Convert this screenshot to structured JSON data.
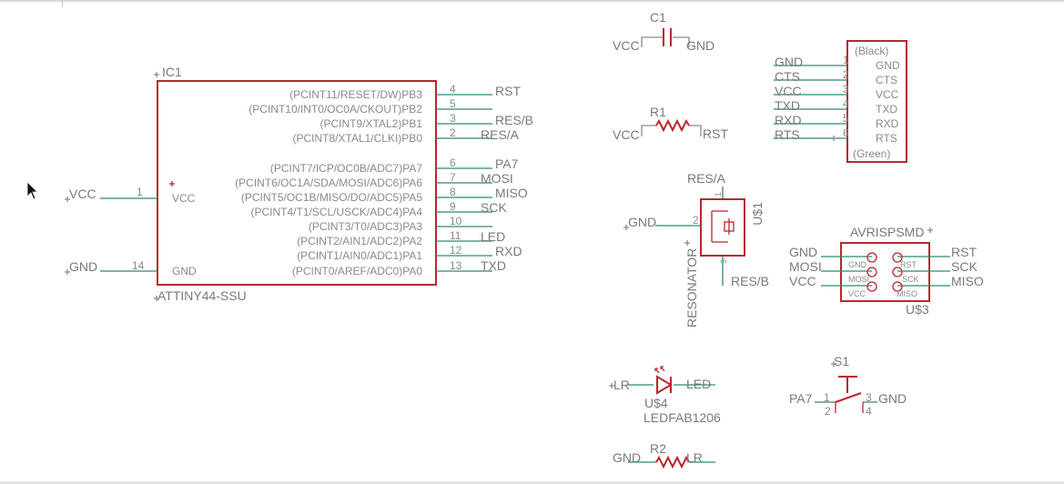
{
  "ic1": {
    "name": "IC1",
    "value": "ATTINY44-SSU",
    "left_pins": [
      {
        "num": "1",
        "label": "VCC",
        "net": "VCC"
      },
      {
        "num": "14",
        "label": "GND",
        "net": "GND"
      }
    ],
    "right_pins": [
      {
        "label": "(PCINT11/RESET/DW)PB3",
        "num": "4",
        "net": "RST"
      },
      {
        "label": "(PCINT10/INT0/OC0A/CKOUT)PB2",
        "num": "5",
        "net": ""
      },
      {
        "label": "(PCINT9/XTAL2)PB1",
        "num": "3",
        "net": "RES/B"
      },
      {
        "label": "(PCINT8/XTAL1/CLKI)PB0",
        "num": "2",
        "net": "RES/A"
      },
      {
        "label": "(PCINT7/ICP/OC0B/ADC7)PA7",
        "num": "6",
        "net": "PA7"
      },
      {
        "label": "(PCINT6/OC1A/SDA/MOSI/ADC6)PA6",
        "num": "7",
        "net": "MOSI"
      },
      {
        "label": "(PCINT5/OC1B/MISO/DO/ADC5)PA5",
        "num": "8",
        "net": "MISO"
      },
      {
        "label": "(PCINT4/T1/SCL/USCK/ADC4)PA4",
        "num": "9",
        "net": "SCK"
      },
      {
        "label": "(PCINT3/T0/ADC3)PA3",
        "num": "10",
        "net": ""
      },
      {
        "label": "(PCINT2/AIN1/ADC2)PA2",
        "num": "11",
        "net": "LED"
      },
      {
        "label": "(PCINT1/AIN0/ADC1)PA1",
        "num": "12",
        "net": "RXD"
      },
      {
        "label": "(PCINT0/AREF/ADC0)PA0",
        "num": "13",
        "net": "TXD"
      }
    ]
  },
  "c1": {
    "name": "C1",
    "left_net": "VCC",
    "right_net": "GND"
  },
  "r1": {
    "name": "R1",
    "left_net": "VCC",
    "right_net": "RST"
  },
  "r2": {
    "name": "R2",
    "left_net": "GND",
    "right_net": "LR"
  },
  "ftdi": {
    "top_label": "(Black)",
    "bottom_label": "(Green)",
    "pins": [
      {
        "net": "GND",
        "num": "1",
        "label": "GND"
      },
      {
        "net": "CTS",
        "num": "2",
        "label": "CTS"
      },
      {
        "net": "VCC",
        "num": "3",
        "label": "VCC"
      },
      {
        "net": "TXD",
        "num": "4",
        "label": "TXD"
      },
      {
        "net": "RXD",
        "num": "5",
        "label": "RXD"
      },
      {
        "net": "RTS",
        "num": "6",
        "label": "RTS"
      }
    ]
  },
  "resonator": {
    "name": "U$1",
    "value": "RESONATOR",
    "top_net": "RES/A",
    "left_net": "GND",
    "bottom_net": "RES/B",
    "pin1": "1",
    "pin2": "2",
    "pin3": "3"
  },
  "avrisp": {
    "name": "U$3",
    "value": "AVRISPSMD",
    "left_nets": [
      "GND",
      "MOSI",
      "VCC"
    ],
    "inner_left": [
      "GND",
      "MOSI",
      "VCC"
    ],
    "right_nets": [
      "RST",
      "SCK",
      "MISO"
    ],
    "inner_right": [
      "RST",
      "SCK",
      "MISO"
    ]
  },
  "led": {
    "name": "U$4",
    "value": "LEDFAB1206",
    "left_net": "LR",
    "right_net": "LED"
  },
  "switch": {
    "name": "S1",
    "left_net": "PA7",
    "right_net": "GND",
    "pins": [
      "1",
      "2",
      "3",
      "4"
    ]
  }
}
